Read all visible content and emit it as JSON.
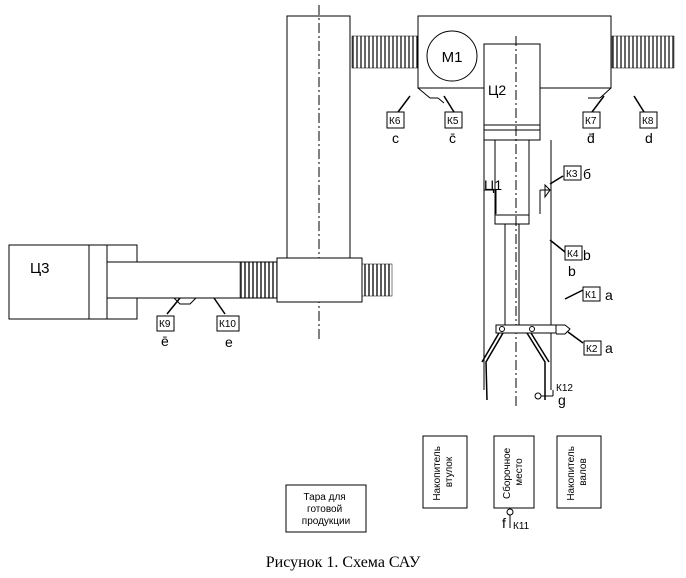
{
  "motor": {
    "label": "М1"
  },
  "cylinders": {
    "c1": "Ц1",
    "c2": "Ц2",
    "c3": "Ц3"
  },
  "sensors": {
    "k1": "К1",
    "k2": "К2",
    "k3": "К3",
    "k4": "К4",
    "k5": "К5",
    "k6": "К6",
    "k7": "К7",
    "k8": "К8",
    "k9": "К9",
    "k10": "К10",
    "k11": "К11",
    "k12": "К12"
  },
  "signals": {
    "k1": "a",
    "k2": "a",
    "k3": "б",
    "k4_side": "b",
    "k4_below": "b",
    "k5": "c̄",
    "k6": "c",
    "k7": "d̄",
    "k8": "d",
    "k9": "ē",
    "k10": "e",
    "k11": "f",
    "k12": "g"
  },
  "boxes": {
    "bushings_store": [
      "Накопитель",
      "втулок"
    ],
    "assembly_place": [
      "Сборочное",
      "место"
    ],
    "shafts_store": [
      "Накопитель",
      "валов"
    ],
    "container": [
      "Тара для",
      "готовой",
      "продукции"
    ]
  },
  "caption": "Рисунок 1. Схема САУ"
}
